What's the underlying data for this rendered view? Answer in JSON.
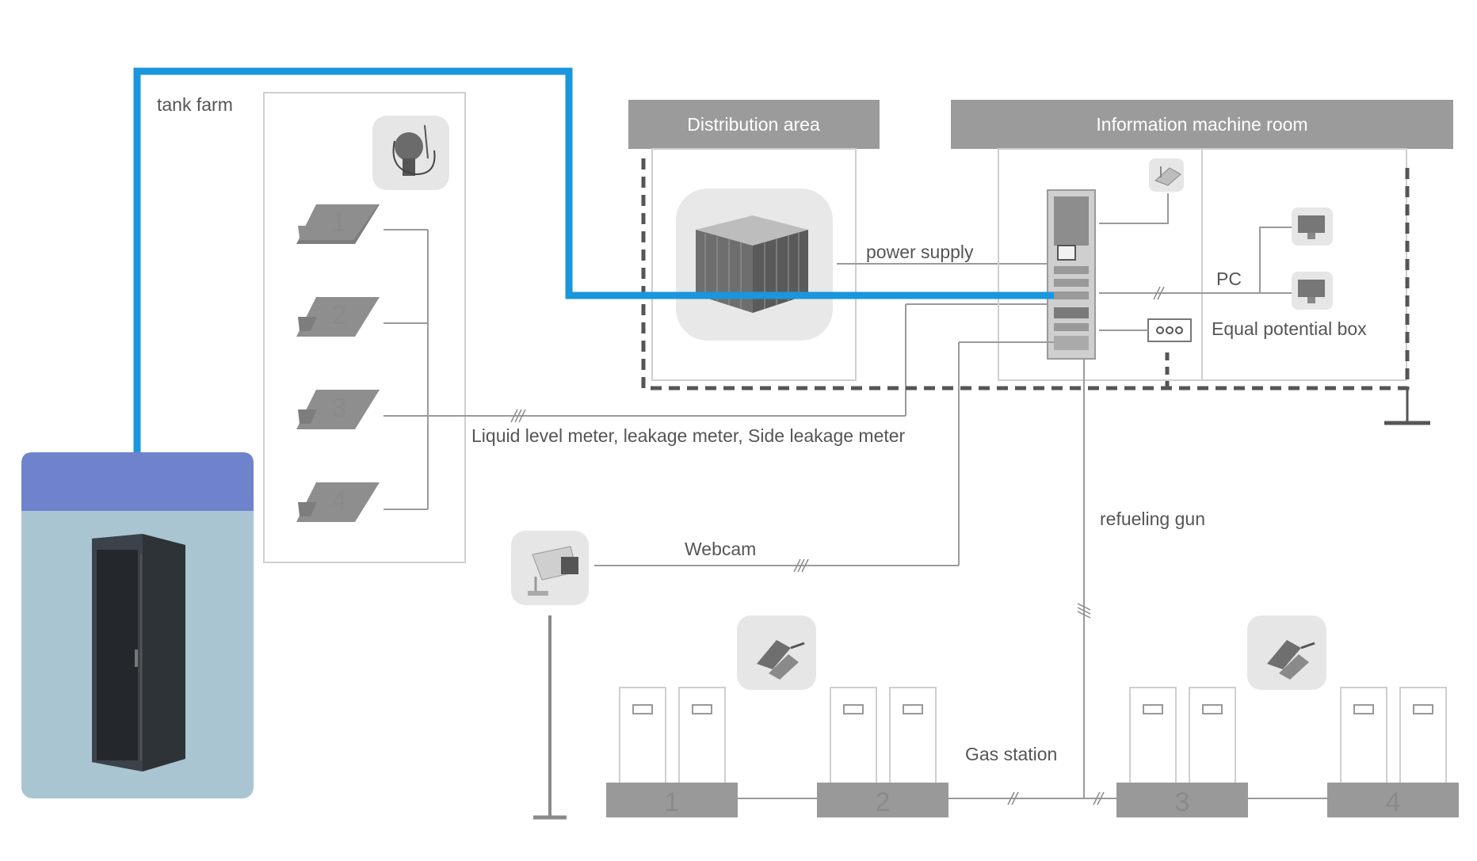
{
  "colors": {
    "connection": "#1a96dc",
    "header": "#9b9b9b",
    "cabinet_top": "#6f82cc",
    "cabinet_body": "#a9c5d1",
    "device": "#999999",
    "line": "#9a9a9a"
  },
  "labels": {
    "tank_farm": "tank farm",
    "distribution_area": "Distribution area",
    "information_room": "Information machine room",
    "power_supply": "power supply",
    "pc": "PC",
    "equal_potential_box": "Equal potential box",
    "meters": "Liquid level meter, leakage meter, Side leakage meter",
    "webcam": "Webcam",
    "refueling_gun": "refueling gun",
    "gas_station": "Gas station"
  },
  "tanks": [
    "1",
    "2",
    "3",
    "4"
  ],
  "pump_islands": [
    "1",
    "2",
    "3",
    "4"
  ],
  "icons": {
    "probe": "probe-icon",
    "substation": "substation-icon",
    "server_rack": "server-rack-icon",
    "router": "router-icon",
    "monitor": "monitor-icon",
    "webcam": "webcam-icon",
    "nozzle": "nozzle-icon",
    "cabinet": "network-cabinet-icon",
    "ground": "ground-icon"
  }
}
